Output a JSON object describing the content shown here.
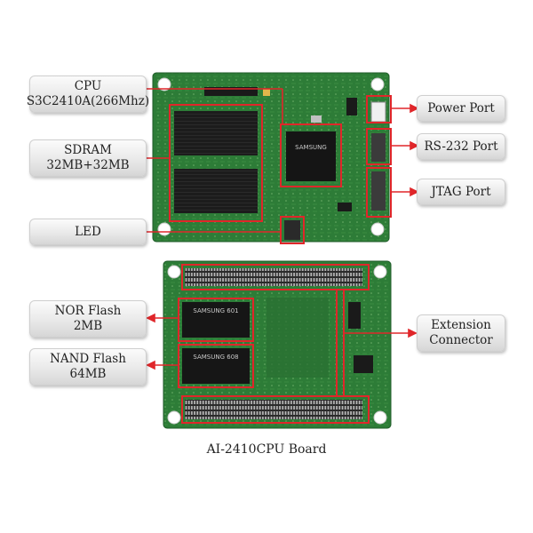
{
  "labels": {
    "cpu": {
      "line1": "CPU",
      "line2": "S3C2410A(266Mhz)"
    },
    "sdram": {
      "line1": "SDRAM",
      "line2": "32MB+32MB"
    },
    "led": {
      "line1": "LED"
    },
    "power_port": {
      "line1": "Power Port"
    },
    "rs232_port": {
      "line1": "RS-232 Port"
    },
    "jtag_port": {
      "line1": "JTAG Port"
    },
    "nor_flash": {
      "line1": "NOR Flash",
      "line2": "2MB"
    },
    "nand_flash": {
      "line1": "NAND Flash",
      "line2": "64MB"
    },
    "extension_connector": {
      "line1": "Extension",
      "line2": "Connector"
    }
  },
  "chip_markings": {
    "cpu": "SAMSUNG",
    "nor": "SAMSUNG 601",
    "nand": "SAMSUNG 608"
  },
  "caption": "AI-2410CPU Board",
  "colors": {
    "pcb": "#2c7a36",
    "pcb_dark": "#1e5a27",
    "highlight": "#e0262a",
    "chip": "#1a1a1a"
  }
}
